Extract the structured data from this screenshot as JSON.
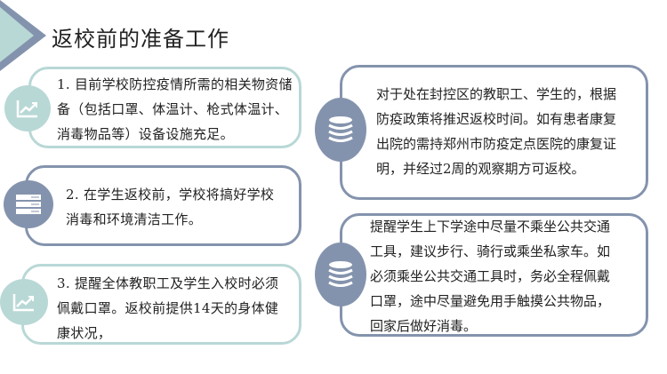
{
  "title": "返校前的准备工作",
  "colors": {
    "teal": "#b8d8d6",
    "slate": "#8493ad"
  },
  "left_items": [
    {
      "icon": "trend-chart-icon",
      "lines": [
        "1. 目前学校防控疫情所需的相关物资储",
        "备（包括口罩、体温计、枪式体温计、",
        "消毒物品等）设备设施充足。"
      ]
    },
    {
      "icon": "server-icon",
      "lines": [
        "2. 在学生返校前，学校将搞好学校",
        "消毒和环境清洁工作。"
      ]
    },
    {
      "icon": "trend-chart-icon",
      "lines": [
        "3. 提醒全体教职工及学生入校时必须",
        "佩戴口罩。返校前提供14天的身体健",
        "康状况，"
      ]
    }
  ],
  "right_items": [
    {
      "icon": "database-icon",
      "lines": [
        "对于处在封控区的教职工、学生的，根据",
        "防疫政策将推迟返校时间。如有患者康复",
        "出院的需持郑州市防疫定点医院的康复证",
        "明，并经过2周的观察期方可返校。"
      ]
    },
    {
      "icon": "database-icon",
      "lines": [
        "提醒学生上下学途中尽量不乘坐公共交通",
        "工具，建议步行、骑行或乘坐私家车。如",
        "必须乘坐公共交通工具时，务必全程佩戴",
        "口罩，途中尽量避免用手触摸公共物品，",
        "回家后做好消毒。"
      ]
    }
  ]
}
